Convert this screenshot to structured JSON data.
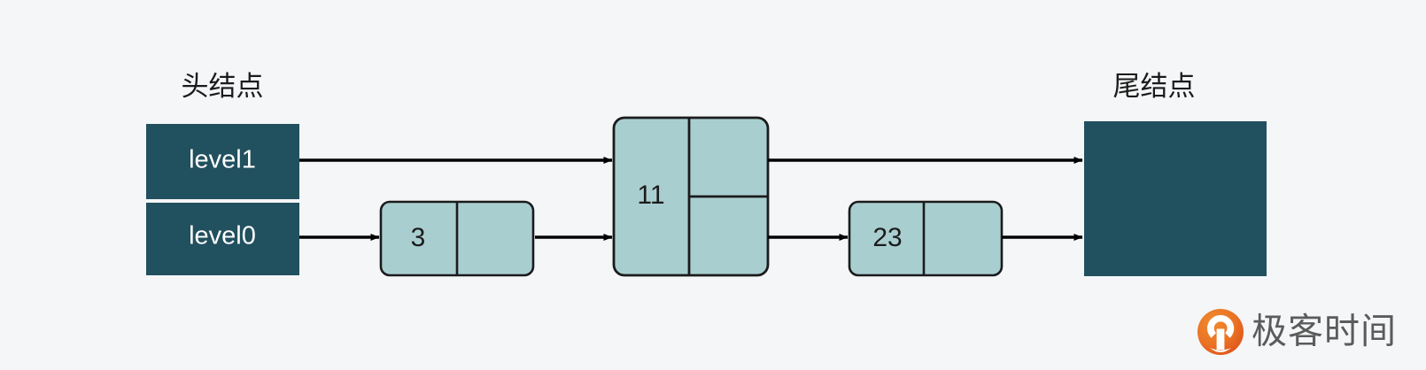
{
  "figure": {
    "title": "skip-list-structure",
    "background_color": "#f4f6f7"
  },
  "colors": {
    "head_tail_fill": "#21505f",
    "node_fill": "#a9ced0",
    "node_stroke": "#1b1b1b",
    "arrow": "#000000",
    "label_text": "#1b1b1b",
    "head_text": "#ffffff",
    "watermark_text": "#5b5b5b",
    "watermark_orange": "#e8762c",
    "watermark_orange_dark": "#e2551d"
  },
  "captions": {
    "head": "头结点",
    "tail": "尾结点"
  },
  "head_node": {
    "name": "head-node",
    "levels": [
      {
        "label": "level1"
      },
      {
        "label": "level0"
      }
    ]
  },
  "tail_node": {
    "name": "tail-node",
    "label": ""
  },
  "nodes": [
    {
      "value": "3",
      "height_levels": 1
    },
    {
      "value": "11",
      "height_levels": 2
    },
    {
      "value": "23",
      "height_levels": 1
    }
  ],
  "links": [
    {
      "from": "head-level1",
      "to": "node-11",
      "level": "level1"
    },
    {
      "from": "head-level0",
      "to": "node-3",
      "level": "level0"
    },
    {
      "from": "node-3",
      "to": "node-11",
      "level": "level0"
    },
    {
      "from": "node-11-top",
      "to": "tail",
      "level": "level1"
    },
    {
      "from": "node-11-bot",
      "to": "node-23",
      "level": "level0"
    },
    {
      "from": "node-23",
      "to": "tail",
      "level": "level0"
    }
  ],
  "watermark": {
    "text": "极客时间",
    "icon": "geektime-logo-icon"
  }
}
